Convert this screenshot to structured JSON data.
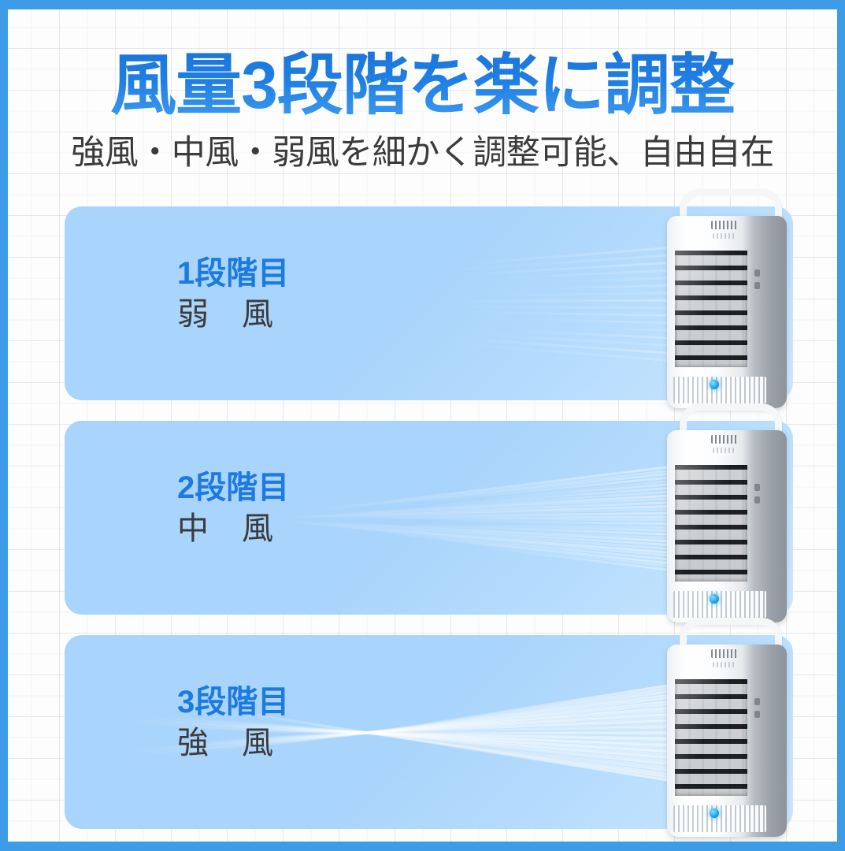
{
  "page": {
    "title": "風量3段階を楽に調整",
    "subtitle": "強風・中風・弱風を細かく調整可能、自由自在",
    "title_color": "#1f7fe4",
    "subtitle_color": "#3b3b3b",
    "border_color": "#3d9ce8",
    "panel_color": "#a9d4fb",
    "background_color": "#fdfdfd"
  },
  "panels": [
    {
      "step_label": "1段階目",
      "power_label": "弱　風",
      "wind_strength": 1,
      "device": {
        "name": "portable-air-cooler",
        "led_color": "#17a7e8"
      }
    },
    {
      "step_label": "2段階目",
      "power_label": "中　風",
      "wind_strength": 2,
      "device": {
        "name": "portable-air-cooler",
        "led_color": "#17a7e8"
      }
    },
    {
      "step_label": "3段階目",
      "power_label": "強　風",
      "wind_strength": 3,
      "device": {
        "name": "portable-air-cooler",
        "led_color": "#17a7e8"
      }
    }
  ]
}
